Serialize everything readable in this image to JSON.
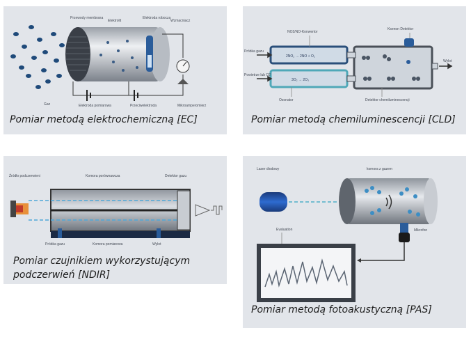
{
  "panels": {
    "ec": {
      "caption": "Pomiar metodą elektrochemiczną [EC]",
      "labels": {
        "membrane": "Przewody membrana",
        "electrolyte": "Elektrolit",
        "working_electrode": "Elektroda robocza",
        "amplifier": "Wzmacniacz",
        "gas": "Gaz",
        "ref_electrode": "Elektroda pomiarowa",
        "counter_electrode": "Przeciwelektroda",
        "microamp": "Mikroamperomierz"
      }
    },
    "cld": {
      "caption": "Pomiar metodą chemiluminescencji [CLD]",
      "labels": {
        "converter": "NO2/NO-Konwertor",
        "detector": "Ksenon Detektor",
        "gas_sample": "Próbka gazu",
        "air": "Powietrze lub O2",
        "outlet": "Wylot",
        "ozonator": "Ozonator",
        "chemi_detector": "Detektor chemiluminescencji",
        "reaction1": "2NO₂ → 2NO + O₂",
        "reaction2": "3O₂ → 2O₃"
      }
    },
    "ndir": {
      "caption_line1": "Pomiar czujnikiem wykorzystującym",
      "caption_line2": "podczerwień [NDIR]",
      "labels": {
        "ir_source": "Źródło podczerwieni",
        "measure_chamber": "Komora porównawcza",
        "gas_detector": "Detektor gazu",
        "gas_sample": "Próbka gazu",
        "ref_chamber": "Komora pomiarowa",
        "outlet": "Wylot"
      }
    },
    "pas": {
      "caption": "Pomiar metodą fotoakustyczną [PAS]",
      "labels": {
        "laser": "Laser diodowy",
        "gas_chamber": "komora z gazem",
        "evaluation": "Evaluation",
        "microphone": "Mikrofon"
      }
    }
  },
  "colors": {
    "panel_bg": "#e2e5ea",
    "accent_blue": "#2a5c9a",
    "cyan": "#4fa8d8"
  }
}
